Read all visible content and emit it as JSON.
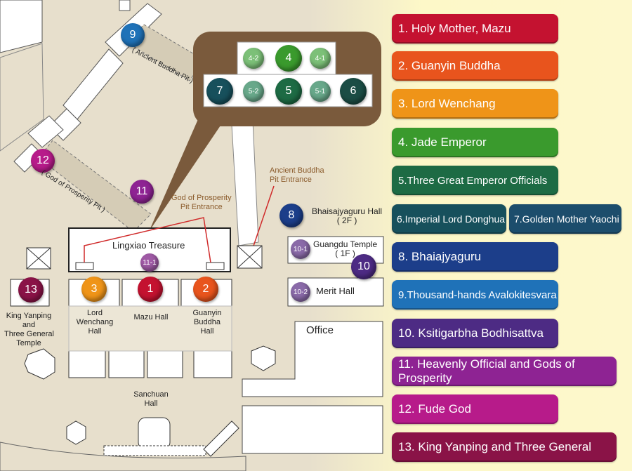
{
  "colors": {
    "mazu": "#c41230",
    "guanyin": "#e8541d",
    "wenchang": "#ef9418",
    "jade": "#3a9a2d",
    "three_officials": "#1d6b44",
    "donghua": "#17505c",
    "yaochi": "#1c4d6c",
    "bhaiajyaguru": "#1c3e8a",
    "thousand_hands": "#1f72b8",
    "ksitigarbha": "#4d2b84",
    "heavenly_official": "#8e2393",
    "fude": "#b71b8a",
    "king_yanping": "#8a1347",
    "treasure_bg": "#7a5a3c",
    "ground": "#e7dfcc"
  },
  "legend": [
    {
      "id": "1",
      "label": "1. Holy Mother, Mazu"
    },
    {
      "id": "2",
      "label": "2. Guanyin Buddha"
    },
    {
      "id": "3",
      "label": "3. Lord Wenchang"
    },
    {
      "id": "4",
      "label": "4. Jade Emperor"
    },
    {
      "id": "5",
      "label": "5.Three Great Emperor Officials"
    },
    {
      "id": "6",
      "label": "6.Imperial Lord Donghua"
    },
    {
      "id": "7",
      "label": "7.Golden Mother Yaochi"
    },
    {
      "id": "8",
      "label": "8. Bhaiajyaguru"
    },
    {
      "id": "9",
      "label": "9.Thousand-hands Avalokitesvara"
    },
    {
      "id": "10",
      "label": "10. Ksitigarbha Bodhisattva"
    },
    {
      "id": "11",
      "label": "11. Heavenly Official and Gods of Prosperity"
    },
    {
      "id": "12",
      "label": "12. Fude God"
    },
    {
      "id": "13",
      "label": "13. King Yanping and Three General"
    }
  ],
  "markers": {
    "m1": "1",
    "m2": "2",
    "m3": "3",
    "m4": "4",
    "m4_1": "4-1",
    "m4_2": "4-2",
    "m5": "5",
    "m5_1": "5-1",
    "m5_2": "5-2",
    "m6": "6",
    "m7": "7",
    "m8": "8",
    "m9": "9",
    "m10": "10",
    "m10_1": "10-1",
    "m10_2": "10-2",
    "m11": "11",
    "m11_1": "11-1",
    "m12": "12",
    "m13": "13"
  },
  "labels": {
    "ancient_buddha_pit_top": "( Ancient Buddha Pit )",
    "god_prosperity_pit_left": "( God of Prosperity Pit )",
    "ancient_buddha_pit_entrance": "Ancient Buddha\nPit Entrance",
    "god_prosperity_pit_entrance": "God of Prosperity\nPit Entrance",
    "lingxiao_treasure": "Lingxiao Treasure",
    "bhaisajyaguru_hall": "Bhaisajyaguru Hall\n( 2F )",
    "guangdu_temple": "Guangdu Temple\n( 1F )",
    "merit_hall": "Merit Hall",
    "office": "Office",
    "king_yanping_temple": "King Yanping\nand\nThree General\nTemple",
    "lord_wenchang_hall": "Lord\nWenchang\nHall",
    "mazu_hall": "Mazu Hall",
    "guanyin_buddha_hall": "Guanyin\nBuddha\nHall",
    "sanchuan_hall": "Sanchuan\nHall"
  }
}
